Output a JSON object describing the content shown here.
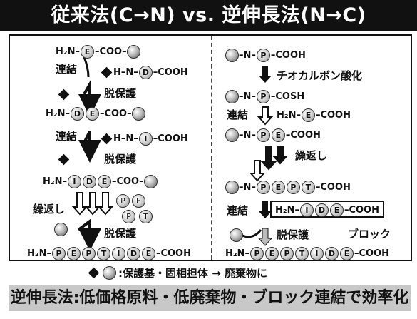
{
  "title": "従来法(C→N) vs. 逆伸長法(N→C)",
  "left": {
    "m1": {
      "pre": "H₂N–",
      "res": [
        "E"
      ],
      "post": "–COO–"
    },
    "link1": "連結",
    "m2": {
      "pre": "H–N–",
      "res": [
        "D"
      ],
      "post": "–COOH"
    },
    "deprot1": "脱保護",
    "m3": {
      "pre": "H₂N–",
      "res": [
        "D",
        "E"
      ],
      "post": "–COO–"
    },
    "link2": "連結",
    "m4": {
      "pre": "H–N–",
      "res": [
        "I"
      ],
      "post": "–COOH"
    },
    "deprot2": "脱保護",
    "m5": {
      "pre": "H₂N–",
      "res": [
        "I",
        "D",
        "E"
      ],
      "post": "–COO–"
    },
    "repeat": "繰返し",
    "float_res": [
      "P",
      "E",
      "P",
      "T"
    ],
    "deprot3": "脱保護",
    "m6": {
      "pre": "H₂N–",
      "res": [
        "P",
        "E",
        "P",
        "T",
        "I",
        "D",
        "E"
      ],
      "post": "–COOH"
    }
  },
  "right": {
    "r1": {
      "pre": "–N–",
      "res": [
        "P"
      ],
      "post": "–COOH"
    },
    "thio": "チオカルボン酸化",
    "r2": {
      "pre": "–N–",
      "res": [
        "P"
      ],
      "post": "–COSH"
    },
    "link1": "連結",
    "r2b": {
      "pre": "H₂N–",
      "res": [
        "E"
      ],
      "post": "–COOH"
    },
    "r3": {
      "pre": "–N–",
      "res": [
        "P",
        "E"
      ],
      "post": "–COOH"
    },
    "repeat": "繰返し",
    "r4": {
      "pre": "–N–",
      "res": [
        "P",
        "E",
        "P",
        "T"
      ],
      "post": "–COOH"
    },
    "link2": "連結",
    "r4b": {
      "pre": "H₂N–",
      "res": [
        "I",
        "D",
        "E"
      ],
      "post": "–COOH"
    },
    "block": "ブロック",
    "deprot": "脱保護",
    "r5": {
      "pre": "H₂N–",
      "res": [
        "P",
        "E",
        "P",
        "T",
        "I",
        "D",
        "E"
      ],
      "post": "–COOH"
    }
  },
  "legend": ":保護基・固相担体 → 廃棄物に",
  "footer": "逆伸長法:低価格原料・低廃棄物・ブロック連結で効率化"
}
